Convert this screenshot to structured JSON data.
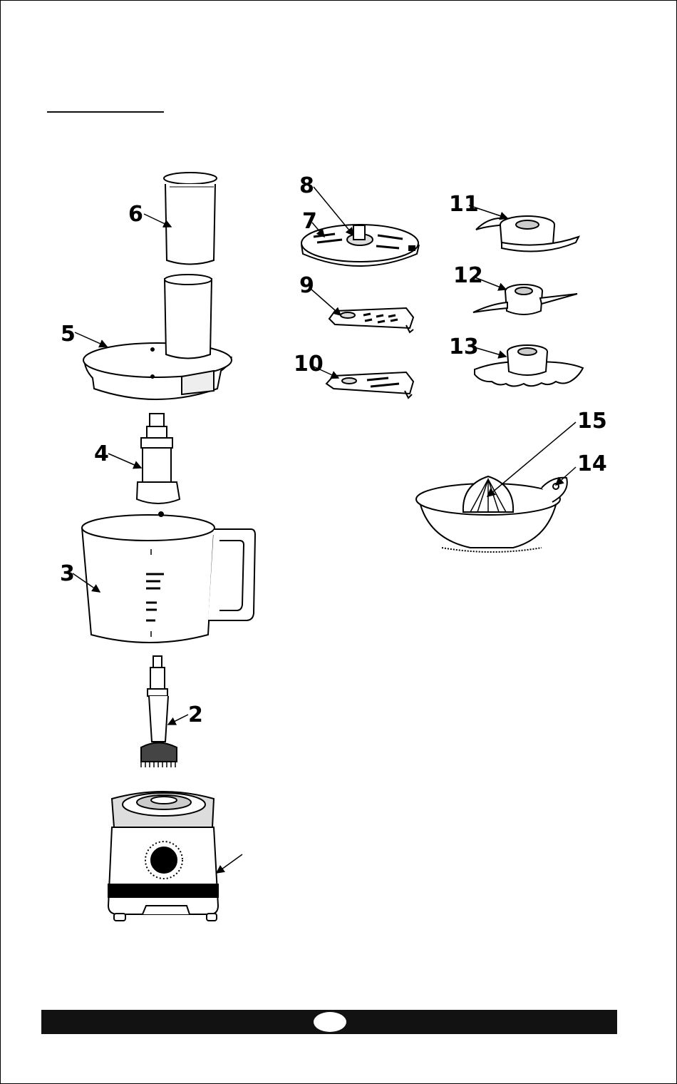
{
  "callouts": [
    {
      "id": "part-2",
      "label": "2"
    },
    {
      "id": "part-3",
      "label": "3"
    },
    {
      "id": "part-4",
      "label": "4"
    },
    {
      "id": "part-5",
      "label": "5"
    },
    {
      "id": "part-6",
      "label": "6"
    },
    {
      "id": "part-7",
      "label": "7"
    },
    {
      "id": "part-8",
      "label": "8"
    },
    {
      "id": "part-9",
      "label": "9"
    },
    {
      "id": "part-10",
      "label": "10"
    },
    {
      "id": "part-11",
      "label": "11"
    },
    {
      "id": "part-12",
      "label": "12"
    },
    {
      "id": "part-13",
      "label": "13"
    },
    {
      "id": "part-14",
      "label": "14"
    },
    {
      "id": "part-15",
      "label": "15"
    }
  ],
  "colors": {
    "ink": "#000000",
    "paper": "#ffffff",
    "footer": "#121212"
  }
}
